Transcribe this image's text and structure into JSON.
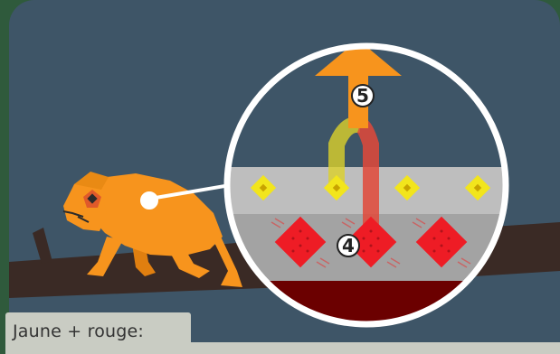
{
  "caption": {
    "text": "Jaune + rouge:"
  },
  "badges": {
    "step_5": "5",
    "step_4": "4"
  },
  "colors": {
    "background": "#3e5567",
    "frame": "#2f5a3c",
    "chameleon": "#f7941d",
    "branch": "#3a2a25",
    "yellow_pigment": "#f2e51c",
    "red_pigment": "#ee1c25",
    "dark_red_layer": "#6b0000",
    "caption_bg": "#c9ccc3"
  },
  "icons": {
    "arrow": "up-arrow-icon",
    "magnifier": "magnifier-circle-icon"
  }
}
